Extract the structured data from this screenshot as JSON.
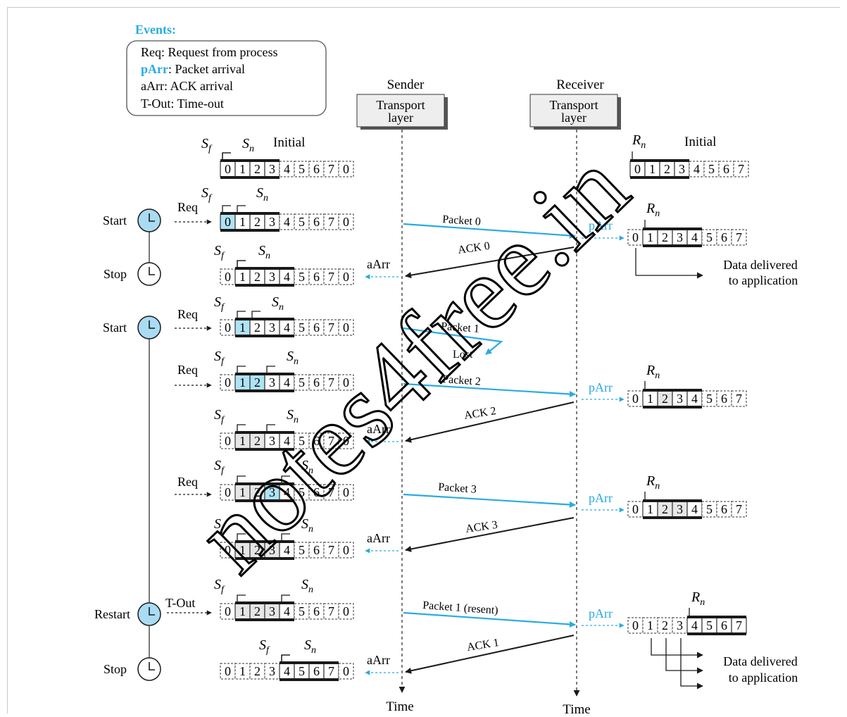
{
  "legend": {
    "title": "Events:",
    "items": [
      {
        "key": "Req",
        "desc": ": Request from process"
      },
      {
        "key": "pArr",
        "desc": ": Packet arrival"
      },
      {
        "key": "aArr",
        "desc": ": ACK arrival"
      },
      {
        "key": "T-Out",
        "desc": ": Time-out"
      }
    ]
  },
  "labels": {
    "sender": "Sender",
    "receiver": "Receiver",
    "transport_layer_line1": "Transport",
    "transport_layer_line2": "layer",
    "initial": "Initial",
    "time": "Time",
    "sf": "S",
    "sf_sub": "f",
    "sn": "S",
    "sn_sub": "n",
    "rn": "R",
    "rn_sub": "n",
    "lost": "Lost",
    "data_delivered_line1": "Data delivered",
    "data_delivered_line2": "to application",
    "event_req": "Req",
    "event_tout": "T-Out",
    "event_parr": "pArr",
    "event_aarr": "aArr"
  },
  "timer_events": [
    "Start",
    "Stop",
    "Start",
    "Restart",
    "Stop"
  ],
  "packets": [
    "Packet 0",
    "Packet 1",
    "Packet 2",
    "Packet 3",
    "Packet 1 (resent)"
  ],
  "acks": [
    "ACK 0",
    "ACK 2",
    "ACK 3",
    "ACK 1"
  ],
  "sender_sequence": [
    "0",
    "1",
    "2",
    "3",
    "4",
    "5",
    "6",
    "7",
    "0"
  ],
  "receiver_sequence": [
    "0",
    "1",
    "2",
    "3",
    "4",
    "5",
    "6",
    "7"
  ],
  "watermark": "notes4free.in",
  "colors": {
    "accent": "#29abe2",
    "sent_fill": "#aee3f5",
    "outstanding_fill": "#e6e6e6",
    "timer_fill": "#a9dcf3",
    "box_fill": "#eeeeee",
    "watermark": "#000000"
  }
}
